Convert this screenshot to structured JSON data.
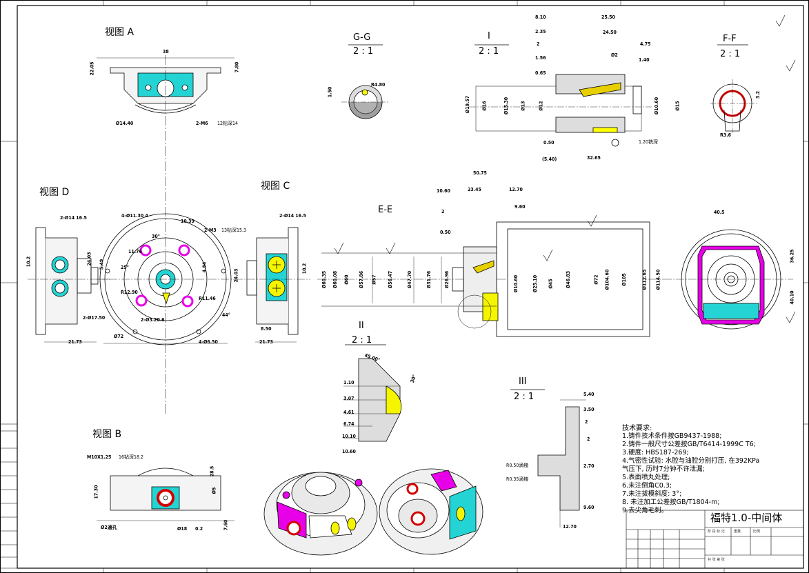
{
  "views": {
    "view_a": "视图 A",
    "view_b": "视图 B",
    "view_c": "视图 C",
    "view_d": "视图 D",
    "section_gg": "G-G",
    "section_ff": "F-F",
    "section_ee": "E-E",
    "detail_i": "I",
    "detail_ii": "II",
    "detail_iii": "III",
    "scale": "2 : 1"
  },
  "dims": {
    "a_38": "38",
    "a_2205": "22.05",
    "a_780": "7.80",
    "a_d1440": "Ø14.40",
    "a_m6": "2-M6",
    "a_m6_depth": "12钻深14",
    "gg_r480": "R4.80",
    "gg_150": "1.50",
    "i_810": "8.10",
    "i_235": "2.35",
    "i_2": "2",
    "i_156": "1.56",
    "i_065": "0.65",
    "i_2550": "25.50",
    "i_2450": "24.50",
    "i_475": "4.75",
    "i_140": "1.40",
    "i_d2": "Ø2",
    "i_d1957": "Ø19.57",
    "i_d16": "Ø16",
    "i_d1530": "Ø15.30",
    "i_d13": "Ø13",
    "i_d12": "Ø12",
    "i_d1060": "Ø10.60",
    "i_d15": "Ø15",
    "i_050": "0.50",
    "i_540": "(5.40)",
    "i_3265": "32.65",
    "i_120": "1.20铣深",
    "ff_32": "3.2",
    "ff_r36": "R3.6",
    "d_1650": "2-Ø14 16.5",
    "d_1750": "2-Ø17.50",
    "d_2173": "21.73",
    "d_102": "10.2",
    "d_2403": "24.03",
    "d_549": "5.49",
    "c_1650": "2-Ø14 16.5",
    "c_2403": "24.03",
    "c_102": "10.2",
    "c_850": "8.50",
    "c_2173": "21.73",
    "front_1130": "4-Ø11.30 4",
    "front_1039": "10.39",
    "front_m3": "2-M3",
    "front_m3_depth": "13钻深15.3",
    "front_1176": "11.76",
    "front_r1290": "R12.90",
    "front_r1146": "R11.46",
    "front_d320": "2-Ø3.20 6",
    "front_d72": "Ø72",
    "front_650": "4-Ø6.50",
    "front_484": "4.84",
    "front_30": "30°",
    "front_25": "25°",
    "front_44": "44°",
    "ee_5075": "50.75",
    "ee_1060": "10.60",
    "ee_2345": "23.45",
    "ee_1270": "12.70",
    "ee_960": "9.60",
    "ee_2": "2",
    "ee_050": "0.50",
    "ee_405": "40.5",
    "ee_3625": "36.25",
    "ee_4010": "40.10",
    "ee_d6035": "Ø60.35",
    "ee_d6008": "Ø60.08",
    "ee_d60": "Ø60",
    "ee_d5786": "Ø57.86",
    "ee_d57": "Ø57",
    "ee_d5647": "Ø56.47",
    "ee_d4770": "Ø47.70",
    "ee_d3176": "Ø31.76",
    "ee_d2696": "Ø26.96",
    "ee_d1060": "Ø10.60",
    "ee_d2510": "Ø25.10",
    "ee_d45": "Ø45",
    "ee_d4683": "Ø46.83",
    "ee_d72": "Ø72",
    "ee_d10460": "Ø104.60",
    "ee_d105": "Ø105",
    "ee_d11265": "Ø112.65",
    "ee_d11450": "Ø114.50",
    "ii_110": "1.10",
    "ii_307": "3.07",
    "ii_461": "4.61",
    "ii_674": "6.74",
    "ii_1010": "10.10",
    "ii_1060": "10.60",
    "ii_45": "45.00°",
    "ii_30": "30°",
    "iii_540": "5.40",
    "iii_350": "3.50",
    "iii_2a": "2",
    "iii_2b": "2",
    "iii_270": "2.70",
    "iii_960": "9.60",
    "iii_1270": "12.70",
    "iii_r050": "R0.50滴棱",
    "iii_r035": "R0.35滴棱",
    "b_m10": "M10X1.25",
    "b_m10_depth": "16钻深18.2",
    "b_1730": "17.30",
    "b_285": "28.5",
    "b_5": "Ø5",
    "b_d2": "Ø2通孔",
    "b_d18": "Ø18",
    "b_02": "0.2",
    "b_760": "7.60"
  },
  "notes": {
    "heading": "技术要求:",
    "items": [
      "1.铸件技术条件按GB9437-1988;",
      "2.铸件一般尺寸公差按GB/T6414-1999C T6;",
      "3.硬度: HBS187-269;",
      "4.气密性试验: 水腔与油腔分别打压, 在392KPa",
      "气压下, 历时7分钟不许泄漏;",
      "5.表面喷丸处理;",
      "6.未注倒角C0.3;",
      "7.未注拔模斜度: 3°;",
      "8. 未注加工公差按GB/T1804-m;",
      "9.去尖角毛刺。"
    ]
  },
  "title_block": {
    "part_name": "福特1.0-中间体",
    "stage_label": "阶 段 标 记",
    "weight_label": "重量",
    "ratio_label": "比例",
    "sheet_label": "共 张 第 张"
  },
  "colors": {
    "cyan": "#24d4d4",
    "magenta": "#e800e8",
    "yellow": "#f5f500",
    "red": "#d40000",
    "line": "#000000"
  }
}
